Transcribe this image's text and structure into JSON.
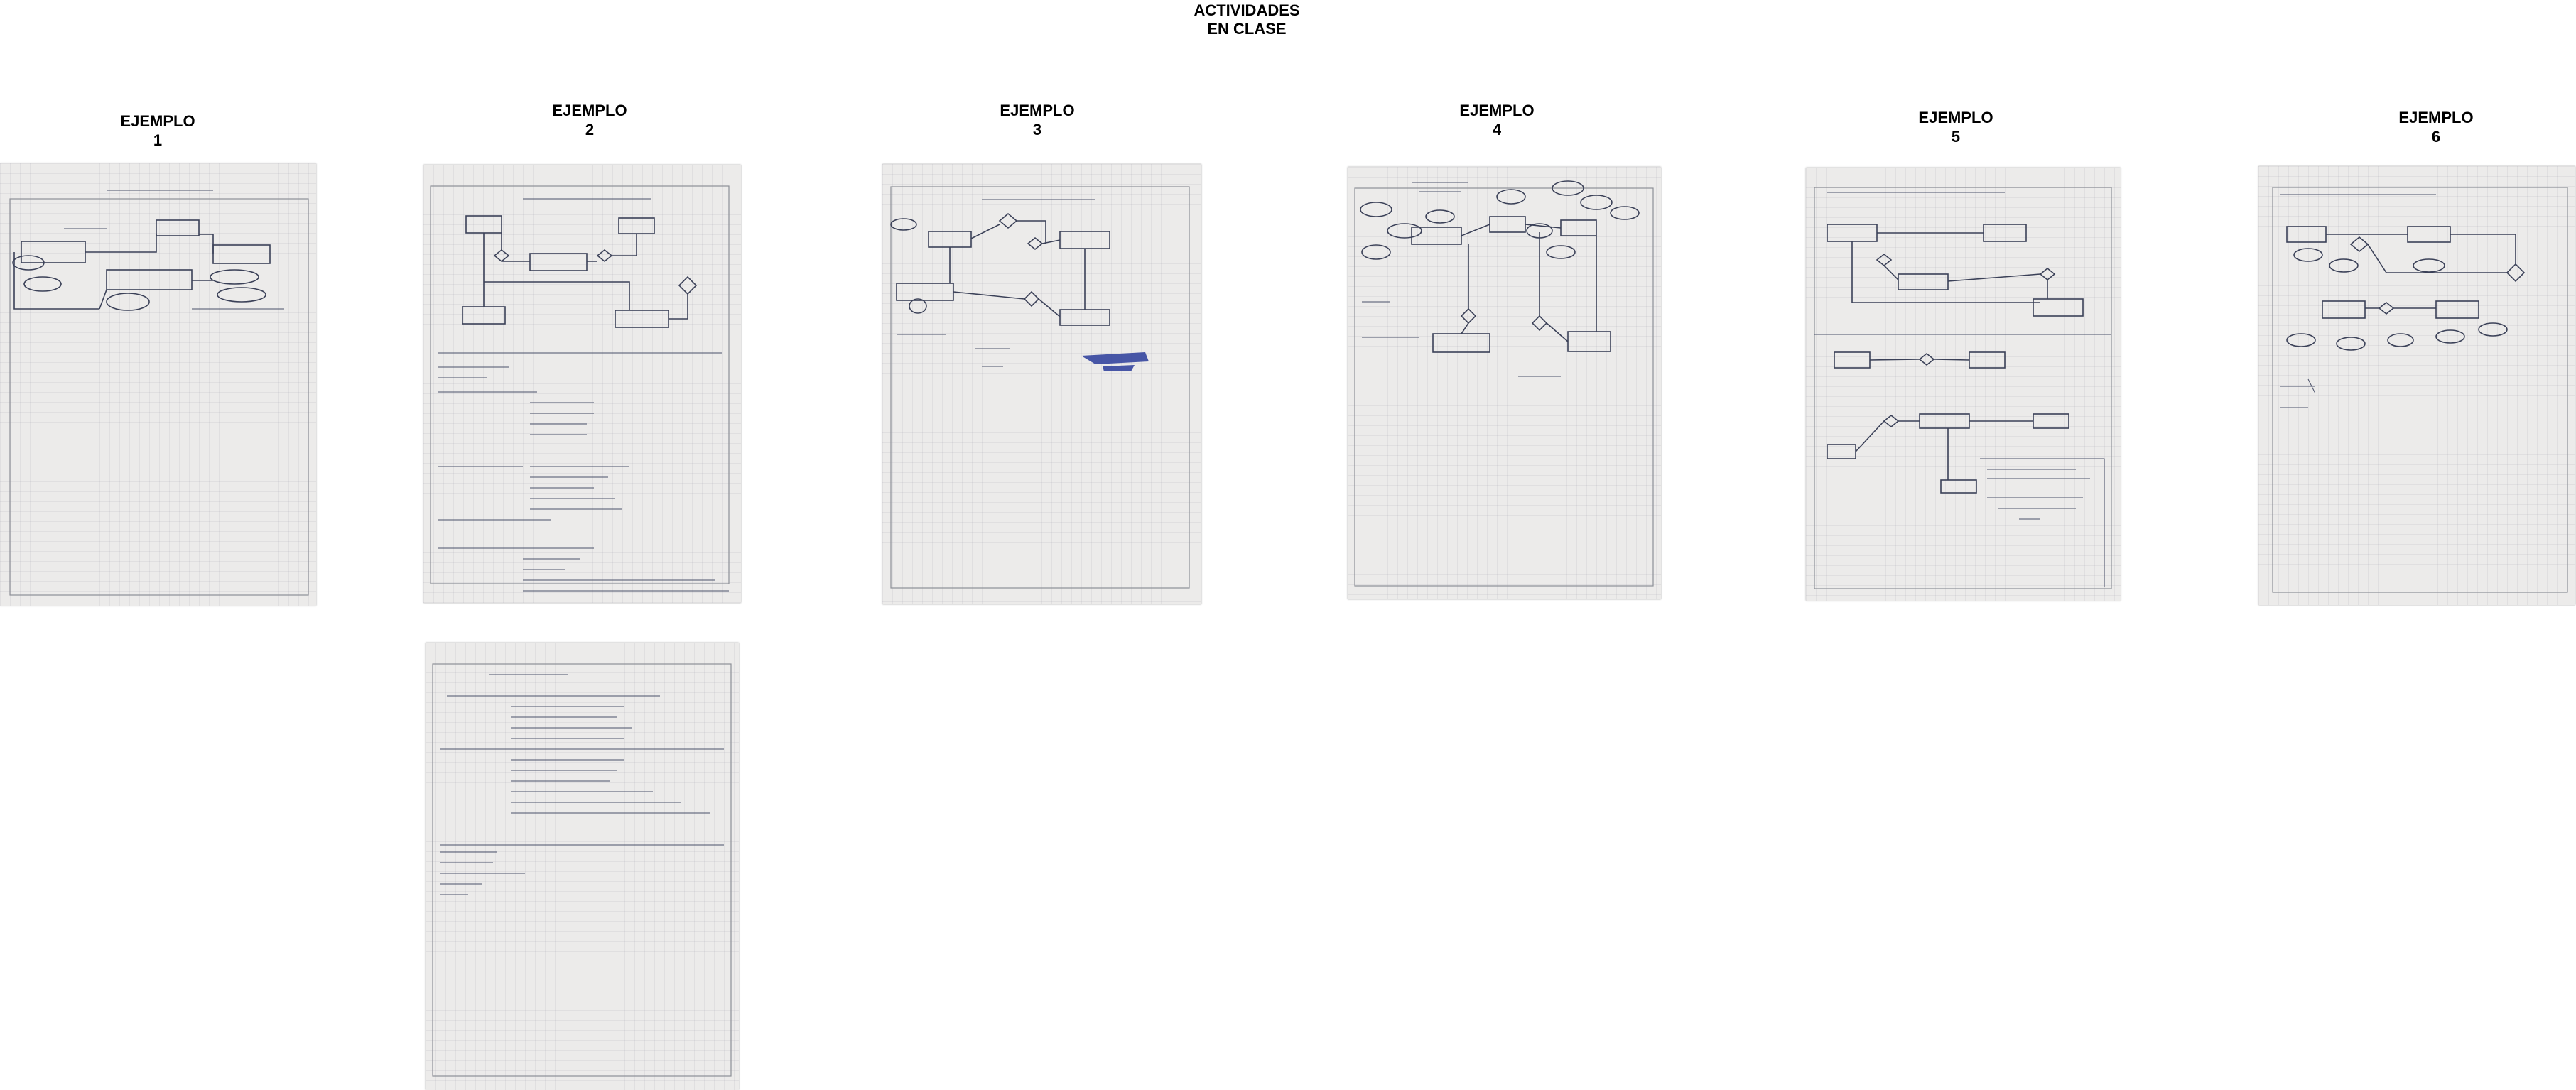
{
  "page": {
    "title_line1": "ACTIVIDADES",
    "title_line2": "EN CLASE"
  },
  "examples": [
    {
      "word": "EJEMPLO",
      "number": "1"
    },
    {
      "word": "EJEMPLO",
      "number": "2"
    },
    {
      "word": "EJEMPLO",
      "number": "3"
    },
    {
      "word": "EJEMPLO",
      "number": "4"
    },
    {
      "word": "EJEMPLO",
      "number": "5"
    },
    {
      "word": "EJEMPLO",
      "number": "6"
    }
  ],
  "photos": [
    {
      "id": "ejemplo-1-photo-1",
      "description": "handwritten ER diagram notebook page"
    },
    {
      "id": "ejemplo-2-photo-1",
      "description": "handwritten ER diagram with CREATE TABLE statements"
    },
    {
      "id": "ejemplo-2-photo-2",
      "description": "handwritten CREATE TABLE statements continued"
    },
    {
      "id": "ejemplo-3-photo-1",
      "description": "handwritten ER diagram notebook page"
    },
    {
      "id": "ejemplo-4-photo-1",
      "description": "handwritten ER diagram notebook page"
    },
    {
      "id": "ejemplo-5-photo-1",
      "description": "handwritten ER diagrams notebook page"
    },
    {
      "id": "ejemplo-6-photo-1",
      "description": "handwritten ER diagram notebook page"
    }
  ]
}
